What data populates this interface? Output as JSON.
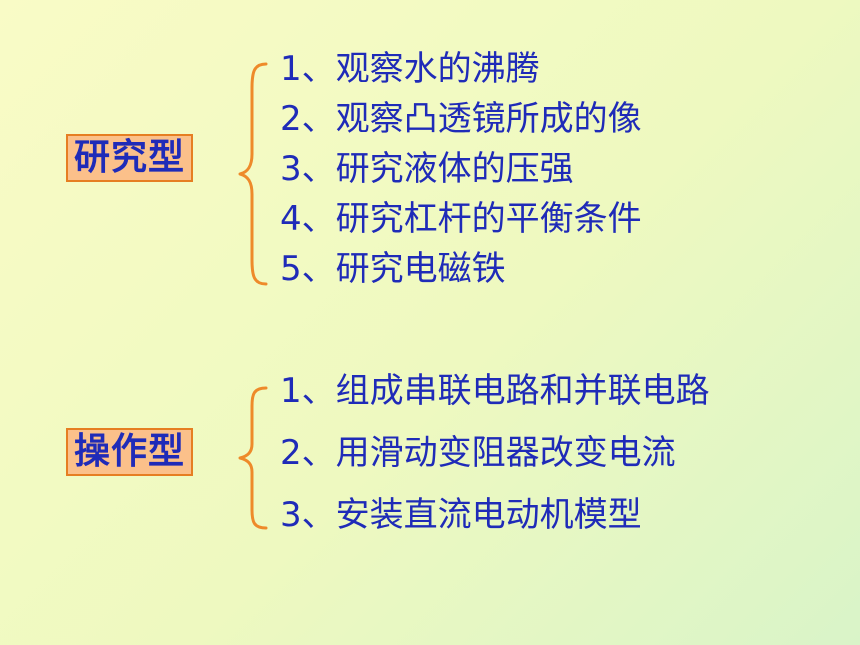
{
  "groups": [
    {
      "label": "研究型",
      "items": [
        {
          "num": "1、",
          "text": "观察水的沸腾"
        },
        {
          "num": "2、",
          "text": "观察凸透镜所成的像"
        },
        {
          "num": "3、",
          "text": "研究液体的压强"
        },
        {
          "num": "4、",
          "text": "研究杠杆的平衡条件"
        },
        {
          "num": "5、",
          "text": "研究电磁铁"
        }
      ]
    },
    {
      "label": "操作型",
      "items": [
        {
          "num": "1、",
          "text": "组成串联电路和并联电路"
        },
        {
          "num": "2、",
          "text": "用滑动变阻器改变电流"
        },
        {
          "num": "3、",
          "text": "安装直流电动机模型"
        }
      ]
    }
  ],
  "colors": {
    "text": "#1f2bb8",
    "label_fill": "#fbc08a",
    "label_border": "#e67e22",
    "brace": "#ee8a2a",
    "background_top": "#f9fbc6",
    "background_bottom": "#d9f4c8"
  }
}
